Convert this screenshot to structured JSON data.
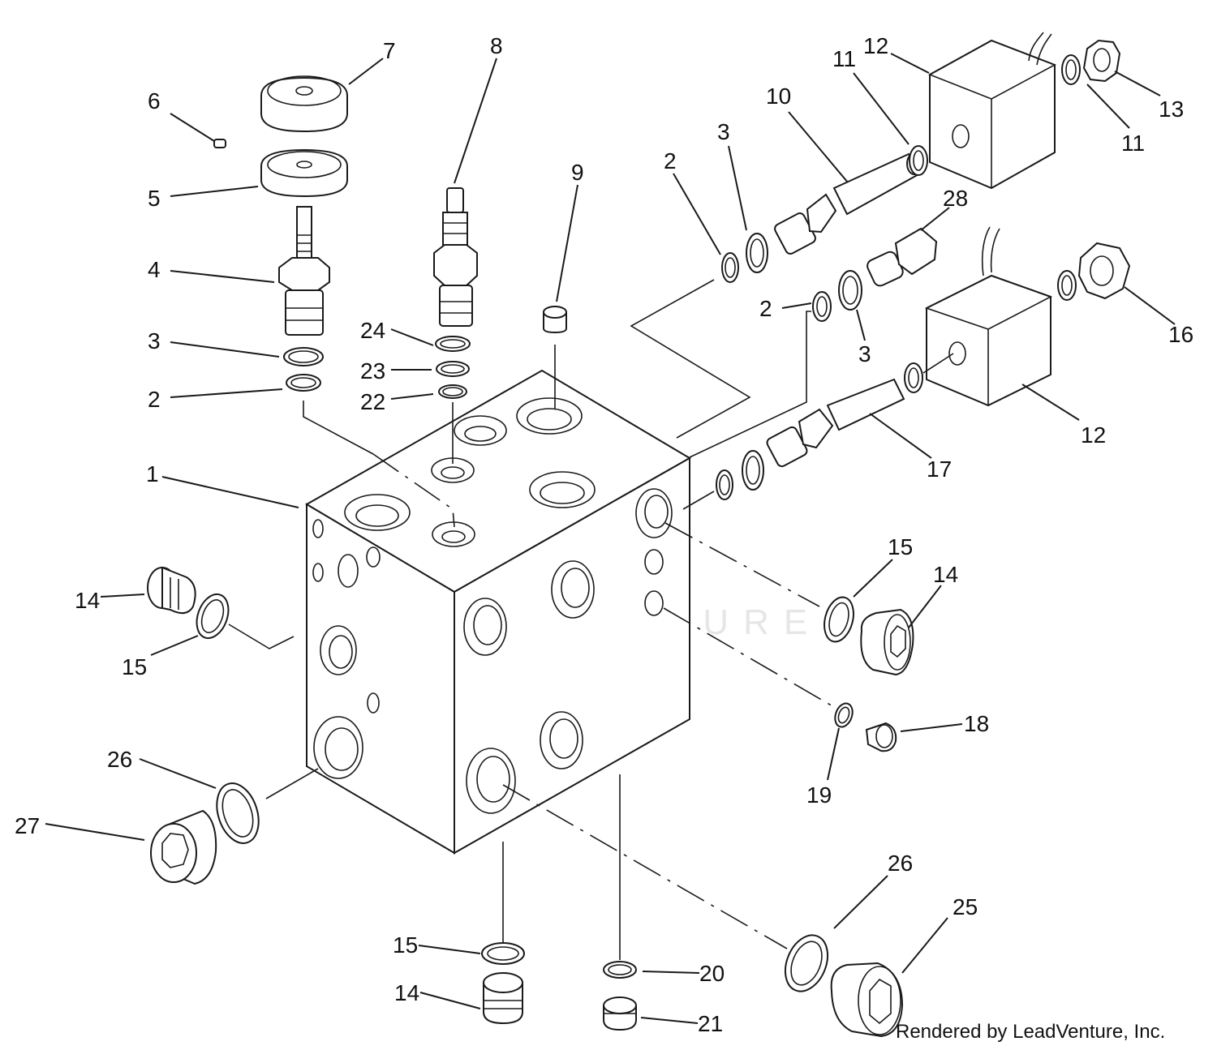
{
  "watermark": "LEADVENTURE",
  "credit": "Rendered by LeadVenture, Inc.",
  "callouts": {
    "c1": "1",
    "c2a": "2",
    "c2b": "2",
    "c2c": "2",
    "c3a": "3",
    "c3b": "3",
    "c3c": "3",
    "c4": "4",
    "c5": "5",
    "c6": "6",
    "c7": "7",
    "c8": "8",
    "c9": "9",
    "c10": "10",
    "c11a": "11",
    "c11b": "11",
    "c12a": "12",
    "c12b": "12",
    "c13": "13",
    "c14a": "14",
    "c14b": "14",
    "c14c": "14",
    "c15a": "15",
    "c15b": "15",
    "c15c": "15",
    "c16": "16",
    "c17": "17",
    "c18": "18",
    "c19": "19",
    "c20": "20",
    "c21": "21",
    "c22": "22",
    "c23": "23",
    "c24": "24",
    "c25": "25",
    "c26a": "26",
    "c26b": "26",
    "c27": "27",
    "c28": "28"
  }
}
